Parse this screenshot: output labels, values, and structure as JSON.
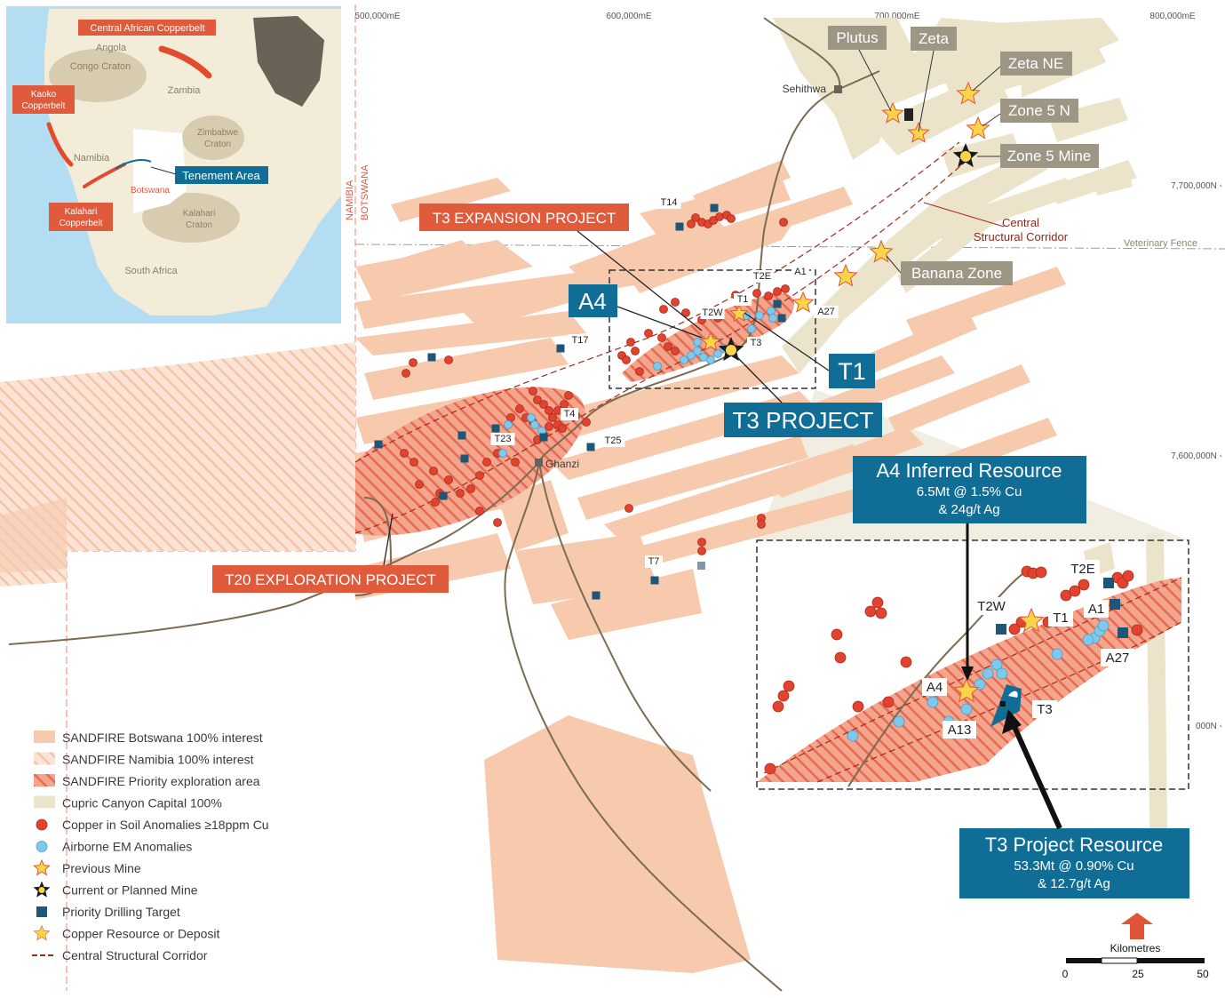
{
  "colors": {
    "sandfire_botswana": "#f7c9ad",
    "sandfire_namibia": "#f6c6ab",
    "priority_area": "#e8735a",
    "cupric": "#ece3cb",
    "red_label": "#e05a3c",
    "blue_label": "#0f6d96",
    "grey_label": "#9e9684",
    "soil_point": "#e2432f",
    "em_point": "#7ec8ec",
    "drill": "#1e5677",
    "star": "#fbd44a",
    "road": "#7a6b52",
    "ocean": "#b3ddf2",
    "land": "#f3ecd8",
    "craton": "#d8ccb0"
  },
  "grid": {
    "x_labels": [
      "500,000mE",
      "600,000mE",
      "700,000mE",
      "800,000mE"
    ],
    "y_labels": [
      "7,700,000N -",
      "7,600,000N -",
      "000N -"
    ],
    "veterinary_fence": "Veterinary Fence",
    "border_namibia": "NAMIBIA",
    "border_botswana": "BOTSWANA"
  },
  "inset": {
    "central_african_copperbelt": "Central African Copperbelt",
    "kaoko": "Kaoko\nCopperbelt",
    "kalahari_copperbelt": "Kalahari\nCopperbelt",
    "tenement_area": "Tenement Area",
    "angola": "Angola",
    "congo_craton": "Congo Craton",
    "zambia": "Zambia",
    "zimbabwe_craton": "Zimbabwe\nCraton",
    "namibia": "Namibia",
    "botswana": "Botswana",
    "kalahari_craton": "Kalahari\nCraton",
    "south_africa": "South Africa"
  },
  "labels": {
    "plutus": "Plutus",
    "zeta": "Zeta",
    "zeta_ne": "Zeta NE",
    "zone5n": "Zone 5 N",
    "zone5_mine": "Zone 5 Mine",
    "banana_zone": "Banana Zone",
    "central_corridor": "Central\nStructural Corridor",
    "sehithwa": "Sehithwa",
    "ghanzi": "Ghanzi",
    "t3_expansion": "T3 EXPANSION PROJECT",
    "a4_big": "A4",
    "t1_big": "T1",
    "t3_project": "T3 PROJECT",
    "t20_project": "T20 EXPLORATION PROJECT",
    "a4_resource_title": "A4 Inferred Resource",
    "a4_resource_l1": "6.5Mt @ 1.5% Cu",
    "a4_resource_l2": "& 24g/t Ag",
    "t3_resource_title": "T3 Project Resource",
    "t3_resource_l1": "53.3Mt @ 0.90% Cu",
    "t3_resource_l2": "& 12.7g/t Ag"
  },
  "small_labels": {
    "t14": "T14",
    "t17": "T17",
    "t4": "T4",
    "t23": "T23",
    "t25": "T25",
    "t7": "T7",
    "t2e": "T2E",
    "a1": "A1",
    "t1": "T1",
    "t2w": "T2W",
    "a27": "A27",
    "t3": "T3"
  },
  "zoom_labels": {
    "t2e": "T2E",
    "t2w": "T2W",
    "t1": "T1",
    "a1": "A1",
    "a27": "A27",
    "a4": "A4",
    "a13": "A13",
    "t3": "T3"
  },
  "legend": [
    {
      "key": "sandfire_botswana",
      "text": "SANDFIRE Botswana 100% interest"
    },
    {
      "key": "sandfire_namibia",
      "text": "SANDFIRE Namibia 100% interest"
    },
    {
      "key": "priority",
      "text": "SANDFIRE Priority exploration area"
    },
    {
      "key": "cupric",
      "text": "Cupric Canyon Capital 100%"
    },
    {
      "key": "soil",
      "text": "Copper in Soil Anomalies ≥18ppm Cu"
    },
    {
      "key": "em",
      "text": "Airborne EM Anomalies"
    },
    {
      "key": "previous_mine",
      "text": "Previous Mine"
    },
    {
      "key": "current_mine",
      "text": "Current or Planned Mine"
    },
    {
      "key": "drill",
      "text": "Priority Drilling Target"
    },
    {
      "key": "resource",
      "text": "Copper Resource or Deposit"
    },
    {
      "key": "corridor",
      "text": "Central Structural Corridor"
    }
  ],
  "scale": {
    "title": "Kilometres",
    "ticks": [
      "0",
      "25",
      "50"
    ]
  }
}
